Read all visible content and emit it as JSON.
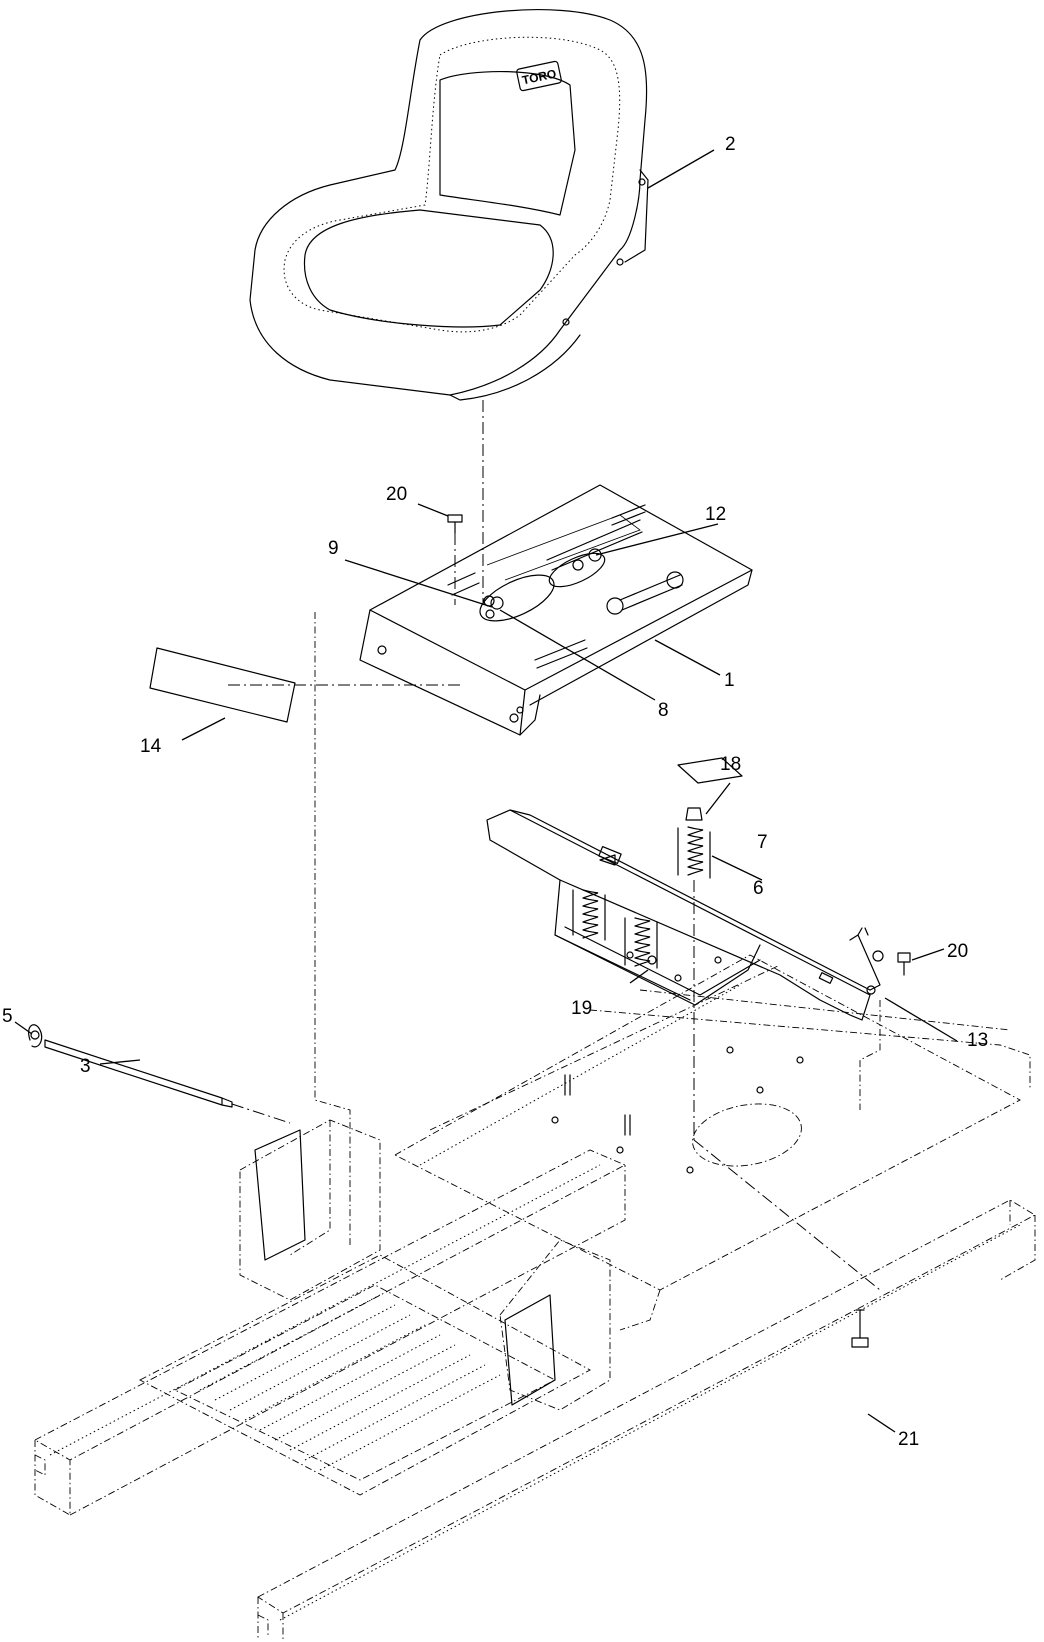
{
  "diagram": {
    "logo_text": "TORO",
    "callouts": [
      "1",
      "2",
      "3",
      "5",
      "6",
      "7",
      "8",
      "9",
      "12",
      "13",
      "14",
      "18",
      "19",
      "20",
      "20",
      "21"
    ]
  }
}
